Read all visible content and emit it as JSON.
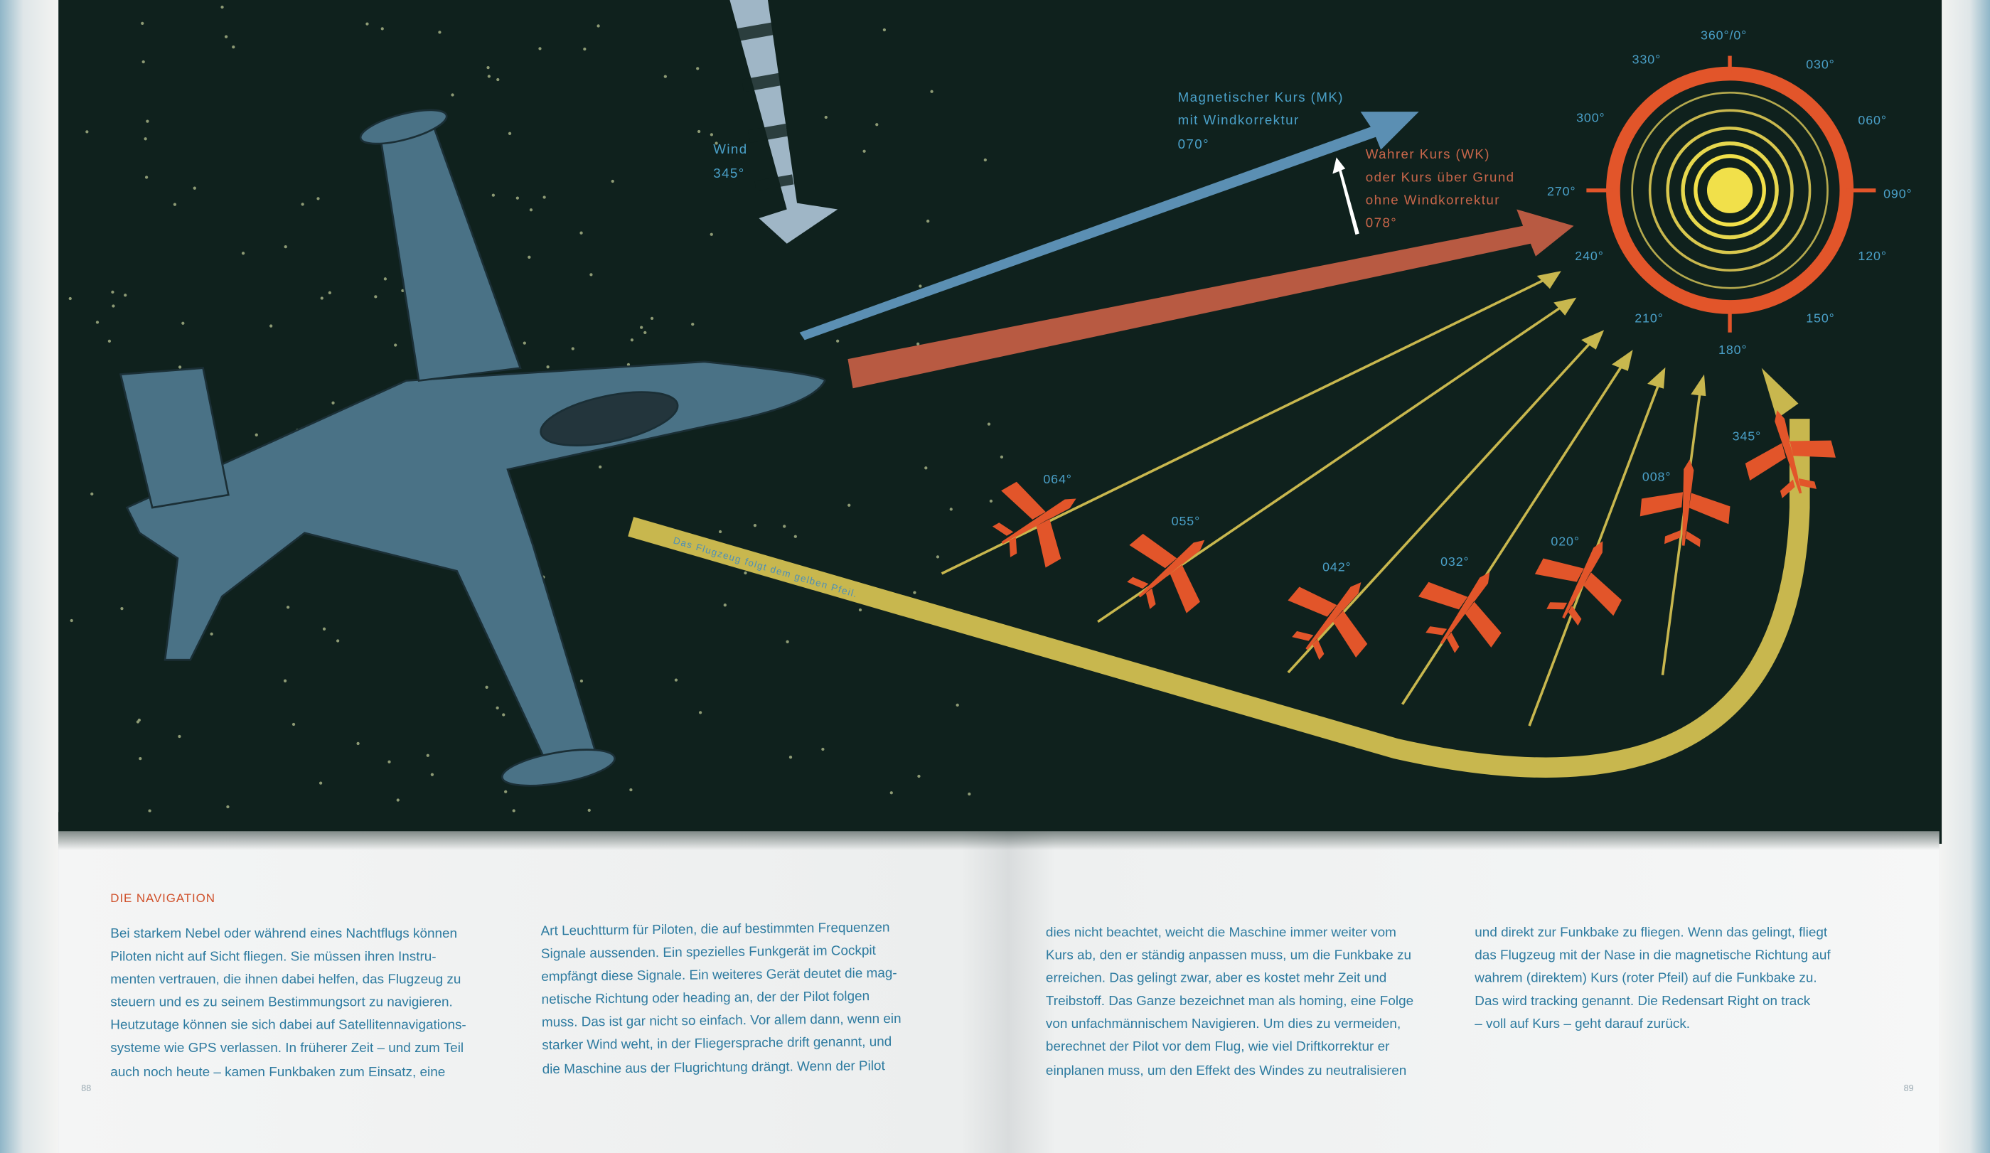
{
  "illustration": {
    "wind_label": "Wind",
    "wind_degrees": "345°",
    "magnetic_course": [
      "Magnetischer Kurs (MK)",
      "mit Windkorrektur",
      "070°"
    ],
    "true_course": [
      "Wahrer Kurs (WK)",
      "oder Kurs über Grund",
      "ohne Windkorrektur",
      "078°"
    ],
    "compass_labels": {
      "n": "360°/0°",
      "030": "030°",
      "060": "060°",
      "090": "090°",
      "120": "120°",
      "150": "150°",
      "180": "180°",
      "210": "210°",
      "240": "240°",
      "270": "270°",
      "300": "300°",
      "330": "330°"
    },
    "plane_headings": [
      "064°",
      "055°",
      "042°",
      "032°",
      "020°",
      "008°",
      "345°"
    ],
    "yellow_arrow_caption": "Das Flugzeug folgt dem gelben Pfeil.",
    "colors": {
      "background": "#0f211d",
      "magnetic": "#5b8fb3",
      "true": "#b85a42",
      "yellow": "#c8b74e",
      "beacon_ring": "#e2552a",
      "beacon_core": "#f1e04a",
      "plane_small": "#e2552a",
      "jet": "#4a7286"
    }
  },
  "text": {
    "heading": "DIE NAVIGATION",
    "col1": [
      "Bei starkem Nebel oder während eines Nachtflugs können",
      "Piloten nicht auf Sicht fliegen. Sie müssen ihren Instru-",
      "menten vertrauen, die ihnen dabei helfen, das Flugzeug zu",
      "steuern und es zu seinem Bestimmungsort zu navigieren.",
      "Heutzutage können sie sich dabei auf Satellitennavigations-",
      "systeme wie GPS verlassen. In früherer Zeit – und zum Teil",
      "auch noch heute – kamen Funkbaken zum Einsatz, eine"
    ],
    "col2": [
      "Art Leuchtturm für Piloten, die auf bestimmten Frequenzen",
      "Signale aussenden. Ein spezielles Funkgerät im Cockpit",
      "empfängt diese Signale. Ein weiteres Gerät deutet die mag-",
      "netische Richtung oder heading an, der der Pilot folgen",
      "muss. Das ist gar nicht so einfach. Vor allem dann, wenn ein",
      "starker Wind weht, in der Fliegersprache drift genannt, und",
      "die Maschine aus der Flugrichtung drängt. Wenn der Pilot"
    ],
    "col3": [
      "dies nicht beachtet, weicht die Maschine immer weiter vom",
      "Kurs ab, den er ständig anpassen muss, um die Funkbake zu",
      "erreichen. Das gelingt zwar, aber es kostet mehr Zeit und",
      "Treibstoff. Das Ganze bezeichnet man als homing, eine Folge",
      "von unfachmännischem Navigieren. Um dies zu vermeiden,",
      "berechnet der Pilot vor dem Flug, wie viel Driftkorrektur er",
      "einplanen muss, um den Effekt des Windes zu neutralisieren"
    ],
    "col4": [
      "und direkt zur Funkbake zu fliegen. Wenn das gelingt, fliegt",
      "das Flugzeug mit der Nase in die magnetische Richtung auf",
      "wahrem (direktem) Kurs (roter Pfeil) auf die Funkbake zu.",
      "Das wird tracking genannt. Die Redensart Right on track",
      "– voll auf Kurs – geht darauf zurück."
    ],
    "page_left": "88",
    "page_right": "89"
  }
}
